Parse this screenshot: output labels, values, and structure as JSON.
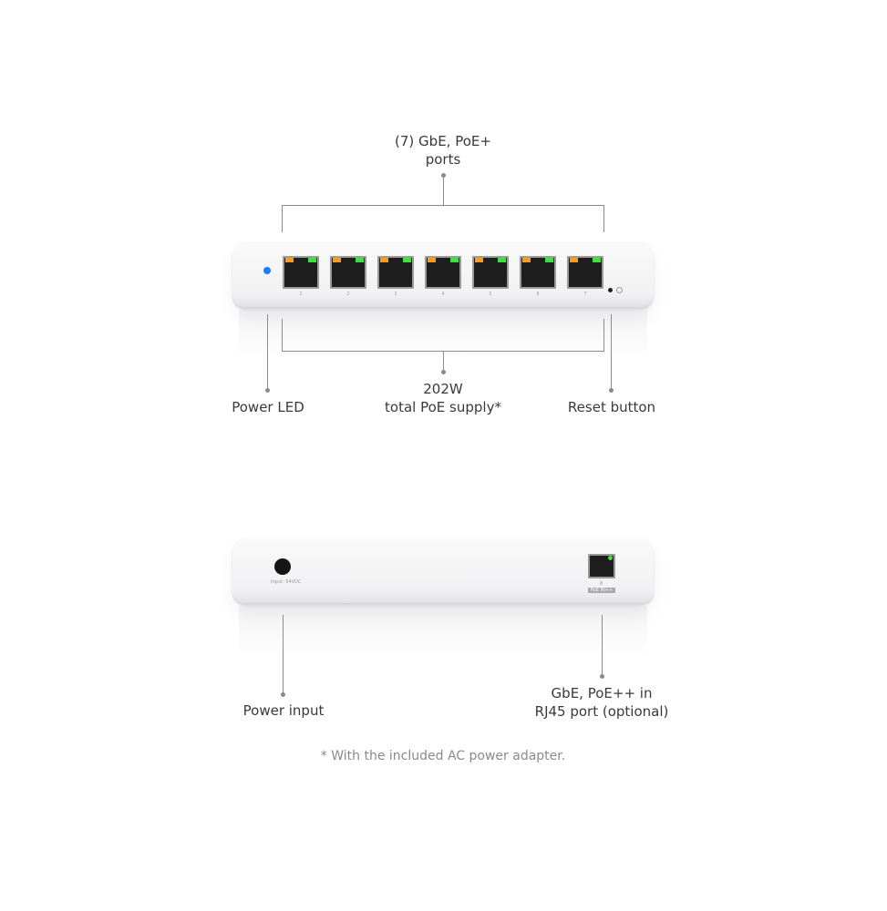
{
  "front": {
    "ports_label_line1": "(7) GbE, PoE+",
    "ports_label_line2": "ports",
    "poe_label_line1": "202W",
    "poe_label_line2": "total PoE supply*",
    "power_led_label": "Power LED",
    "reset_label": "Reset button",
    "port_numbers": [
      "1",
      "2",
      "3",
      "4",
      "5",
      "6",
      "7"
    ],
    "led_color": "#1a7cff"
  },
  "rear": {
    "power_input_label": "Power input",
    "power_input_marking": "Input: 54VDC",
    "uplink_label_line1": "GbE, PoE++ in",
    "uplink_label_line2": "RJ45 port (optional)",
    "uplink_port_number": "8",
    "uplink_marking": "PoE IN++"
  },
  "footnote": "* With the included AC power adapter."
}
